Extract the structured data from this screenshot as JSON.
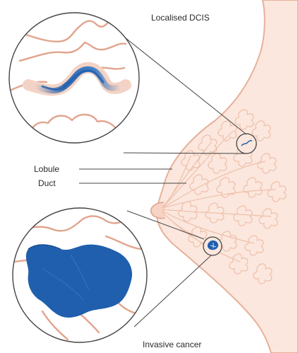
{
  "labels": {
    "localised_dcis": "Localised DCIS",
    "lobule": "Lobule",
    "duct": "Duct",
    "invasive_cancer": "Invasive cancer"
  },
  "colors": {
    "skin": "#fbe7dd",
    "outline": "#e2a48d",
    "tissue_line": "#f0c3b0",
    "tumour_blue": "#1f5fae",
    "pointer_line": "#444444"
  }
}
